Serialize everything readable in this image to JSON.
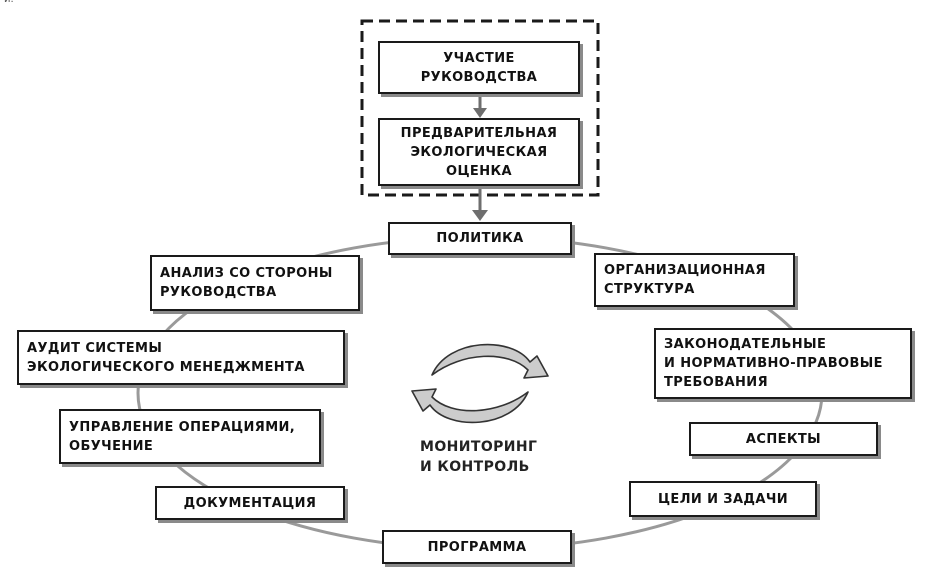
{
  "corner_mark": "и.",
  "colors": {
    "ring": "#9a9a9a",
    "border": "#1a1a1a",
    "arrow": "#6e6e6e",
    "shadow": "#8a8a8a"
  },
  "boxes": {
    "management_participation": "УЧАСТИЕ\nРУКОВОДСТВА",
    "preliminary_assessment": "ПРЕДВАРИТЕЛЬНАЯ\nЭКОЛОГИЧЕСКАЯ\nОЦЕНКА",
    "policy": "ПОЛИТИКА",
    "org_structure": "ОРГАНИЗАЦИОННАЯ\nСТРУКТУРА",
    "legal_requirements": "ЗАКОНОДАТЕЛЬНЫЕ\nИ НОРМАТИВНО-ПРАВОВЫЕ\nТРЕБОВАНИЯ",
    "aspects": "АСПЕКТЫ",
    "goals": "ЦЕЛИ И ЗАДАЧИ",
    "program": "ПРОГРАММА",
    "documentation": "ДОКУМЕНТАЦИЯ",
    "operations": "УПРАВЛЕНИЕ ОПЕРАЦИЯМИ,\nОБУЧЕНИЕ",
    "audit": "АУДИТ СИСТЕМЫ\nЭКОЛОГИЧЕСКОГО МЕНЕДЖМЕНТА",
    "review": "АНАЛИЗ СО СТОРОНЫ\nРУКОВОДСТВА"
  },
  "center_label": "МОНИТОРИНГ\nИ КОНТРОЛЬ",
  "icons": {
    "cycle": "cycle-arrows-icon"
  }
}
